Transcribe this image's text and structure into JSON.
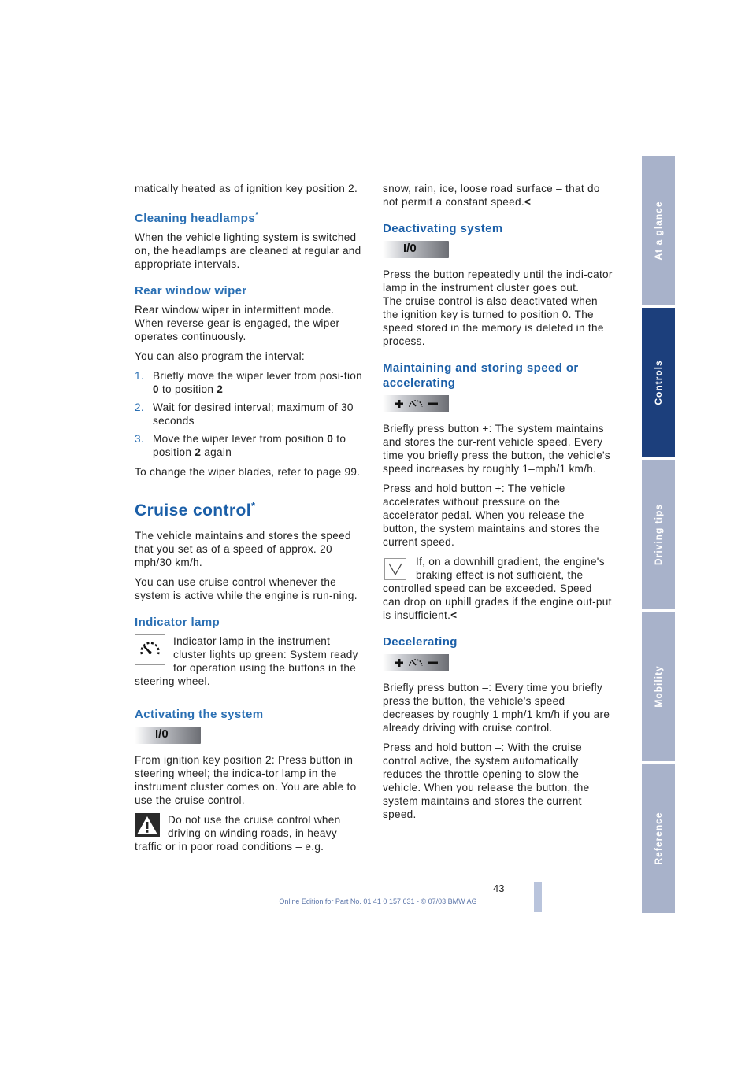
{
  "left": {
    "intro": "matically heated as of ignition key position 2.",
    "cleaning": {
      "heading": "Cleaning headlamps",
      "star": "*",
      "text": "When the vehicle lighting system is switched on, the headlamps are cleaned at regular and appropriate intervals."
    },
    "rear": {
      "heading": "Rear window wiper",
      "text1": "Rear window wiper in intermittent mode. When reverse gear is engaged, the wiper operates continuously.",
      "text2": "You can also program the interval:",
      "steps": [
        {
          "num": "1.",
          "a": "Briefly move the wiper lever from posi-tion ",
          "b1": "0",
          "m": " to position ",
          "b2": "2",
          "e": ""
        },
        {
          "num": "2.",
          "a": "Wait for desired interval; maximum of 30 seconds",
          "b1": "",
          "m": "",
          "b2": "",
          "e": ""
        },
        {
          "num": "3.",
          "a": "Move the wiper lever from position ",
          "b1": "0",
          "m": " to position ",
          "b2": "2",
          "e": " again"
        }
      ],
      "text3": "To change the wiper blades, refer to page 99."
    },
    "cruise": {
      "heading": "Cruise control",
      "star": "*",
      "text1": "The vehicle maintains and stores the speed that you set as of a speed of approx. 20 mph/30 km/h.",
      "text2": "You can use cruise control whenever the system is active while the engine is run-ning."
    },
    "indicator": {
      "heading": "Indicator lamp",
      "text": "Indicator lamp in the instrument cluster lights up green: System ready for operation using the buttons in the steering wheel."
    },
    "activating": {
      "heading": "Activating the system",
      "button": "I/0",
      "text": "From ignition key position 2: Press button in steering wheel; the indica-tor lamp in the instrument cluster comes on. You are able to use the cruise control.",
      "warning": "Do not use the cruise control when driving on winding roads, in heavy traffic or in poor road conditions – e.g."
    }
  },
  "right": {
    "intro": "snow, rain, ice, loose road surface – that do not permit a constant speed.",
    "end_mark": "<",
    "deactivating": {
      "heading": "Deactivating system",
      "button": "I/0",
      "text1": "Press the button repeatedly until the indi-cator lamp in the instrument cluster goes out.",
      "text2": "The cruise control is also deactivated when the ignition key is turned to position 0. The speed stored in the memory is deleted in the process."
    },
    "maintaining": {
      "heading": "Maintaining and storing speed or accelerating",
      "text1": "Briefly press button +: The system maintains and stores the cur-rent vehicle speed. Every time you briefly press the button, the vehicle's speed increases by roughly 1–mph/1 km/h.",
      "text2": "Press and hold button +: The vehicle accelerates without pressure on the accelerator pedal. When you release the button, the system maintains and stores the current speed.",
      "note": "If, on a downhill gradient, the engine's braking effect is not sufficient, the controlled speed can be exceeded. Speed can drop on uphill grades if the engine out-put is insufficient."
    },
    "decelerating": {
      "heading": "Decelerating",
      "text1": "Briefly press button –: Every time you briefly press the button, the vehicle's speed decreases by roughly 1 mph/1 km/h if you are already driving with cruise control.",
      "text2": "Press and hold button –: With the cruise control active, the system automatically reduces the throttle opening to slow the vehicle. When you release the button, the system maintains and stores the current speed."
    }
  },
  "tabs": [
    "At a glance",
    "Controls",
    "Driving tips",
    "Mobility",
    "Reference"
  ],
  "page_number": "43",
  "footer": "Online Edition for Part No. 01 41 0 157 631 - © 07/03 BMW AG"
}
